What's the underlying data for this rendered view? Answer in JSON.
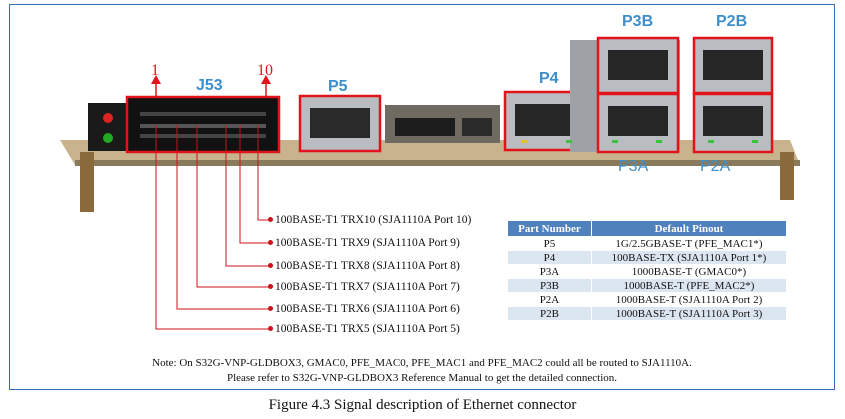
{
  "labels": {
    "j53": "J53",
    "pin_first": "1",
    "pin_last": "10",
    "p5": "P5",
    "p4": "P4",
    "p3b": "P3B",
    "p2b": "P2B",
    "p3a": "P3A",
    "p2a": "P2A"
  },
  "trx_lines": [
    "100BASE-T1 TRX10 (SJA1110A Port 10)",
    "100BASE-T1 TRX9 (SJA1110A Port 9)",
    "100BASE-T1 TRX8 (SJA1110A Port 8)",
    "100BASE-T1 TRX7 (SJA1110A Port 7)",
    "100BASE-T1 TRX6 (SJA1110A Port 6)",
    "100BASE-T1 TRX5 (SJA1110A Port 5)"
  ],
  "table": {
    "headers": [
      "Part Number",
      "Default Pinout"
    ],
    "rows": [
      [
        "P5",
        "1G/2.5GBASE-T (PFE_MAC1*)"
      ],
      [
        "P4",
        "100BASE-TX (SJA1110A Port 1*)"
      ],
      [
        "P3A",
        "1000BASE-T (GMAC0*)"
      ],
      [
        "P3B",
        "1000BASE-T (PFE_MAC2*)"
      ],
      [
        "P2A",
        "1000BASE-T (SJA1110A Port 2)"
      ],
      [
        "P2B",
        "1000BASE-T (SJA1110A Port 3)"
      ]
    ]
  },
  "note": {
    "line1": "Note: On S32G-VNP-GLDBOX3, GMAC0, PFE_MAC0, PFE_MAC1 and PFE_MAC2 could all be routed to SJA1110A.",
    "line2": "Please refer to S32G-VNP-GLDBOX3 Reference Manual to get the detailed connection."
  },
  "caption": "Figure 4.3  Signal description of Ethernet connector",
  "colors": {
    "frame": "#3b6db3",
    "highlight_red": "#e2141b",
    "label_blue": "#3d8fcc",
    "table_header": "#4f81bd",
    "table_band": "#dce6f1"
  }
}
